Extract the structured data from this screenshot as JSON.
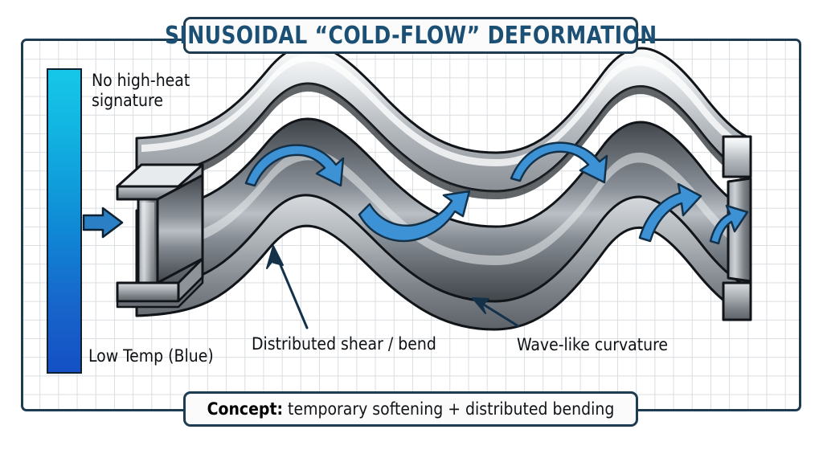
{
  "title": {
    "text": "SINUSOIDAL “COLD-FLOW” DEFORMATION",
    "color": "#1c4f74"
  },
  "frame": {
    "border_color": "#1d3c52",
    "grid_color": "#d9dde1",
    "background": "#ffffff"
  },
  "legend": {
    "top_label": "No high-heat\nsignature",
    "bottom_label": "Low Temp (Blue)",
    "gradient_top_color": "#16c7e8",
    "gradient_bottom_color": "#1450c4",
    "arrow_color": "#2b7fc4"
  },
  "callouts": {
    "shear": "Distributed shear / bend",
    "wave": "Wave-like curvature",
    "leader_color": "#14314a"
  },
  "concept": {
    "label": "Concept:",
    "text": " temporary softening + distributed bending"
  },
  "beam": {
    "material": "steel-i-beam",
    "flow_arrow_color": "#3d92d6",
    "flow_arrow_outline": "#14314a",
    "metal_light": "#f1f3f4",
    "metal_mid": "#a8adb2",
    "metal_dark": "#55595e",
    "outline": "#111418"
  }
}
